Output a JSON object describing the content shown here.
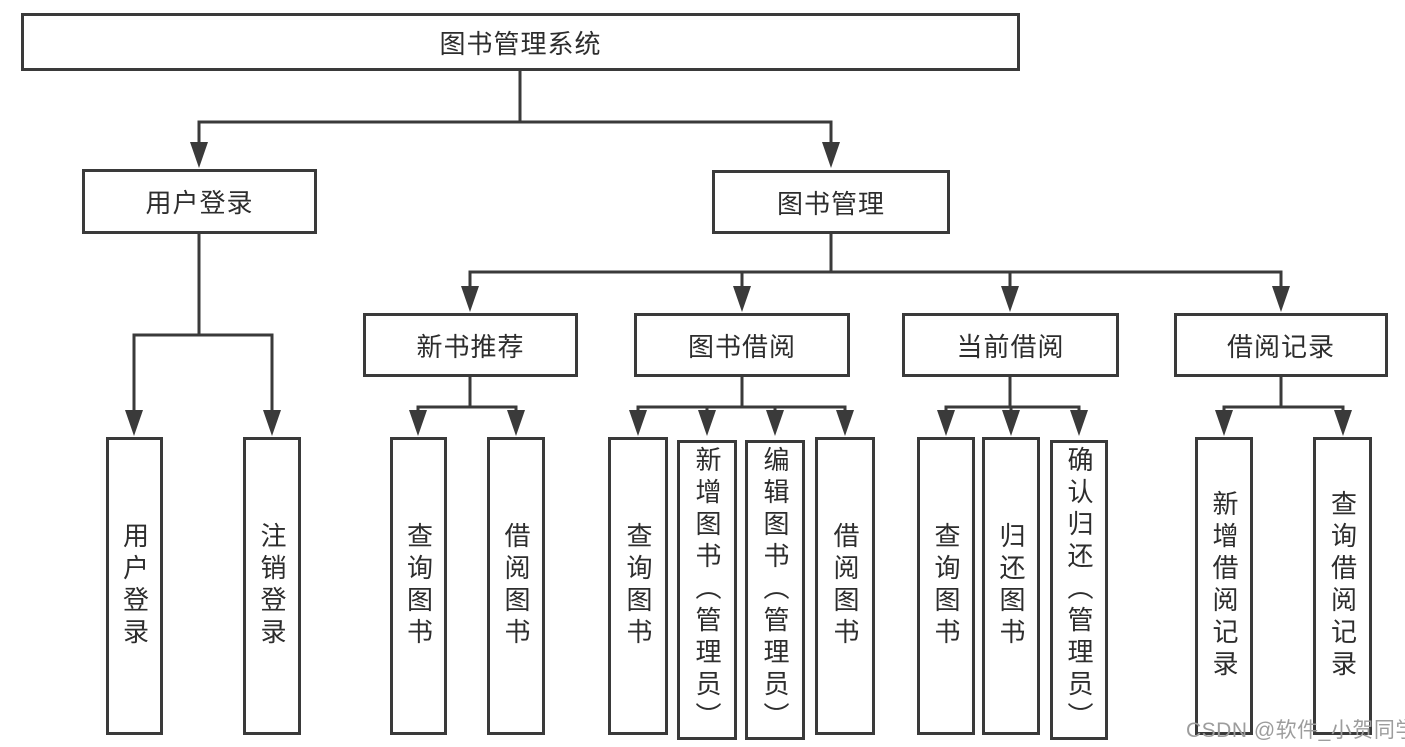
{
  "diagram": {
    "root": {
      "label": "图书管理系统"
    },
    "branches": [
      {
        "label": "用户登录",
        "children": [
          {
            "label": "用户登录"
          },
          {
            "label": "注销登录"
          }
        ]
      },
      {
        "label": "图书管理",
        "children": [
          {
            "label": "新书推荐",
            "children": [
              {
                "label": "查询图书"
              },
              {
                "label": "借阅图书"
              }
            ]
          },
          {
            "label": "图书借阅",
            "children": [
              {
                "label": "查询图书"
              },
              {
                "label": "新增图书（管理员）"
              },
              {
                "label": "编辑图书（管理员）"
              },
              {
                "label": "借阅图书"
              }
            ]
          },
          {
            "label": "当前借阅",
            "children": [
              {
                "label": "查询图书"
              },
              {
                "label": "归还图书"
              },
              {
                "label": "确认归还（管理员）"
              }
            ]
          },
          {
            "label": "借阅记录",
            "children": [
              {
                "label": "新增借阅记录"
              },
              {
                "label": "查询借阅记录"
              }
            ]
          }
        ]
      }
    ]
  },
  "watermark": {
    "text": "CSDN @软件_小贺同学"
  },
  "colors": {
    "line": "#3a3a3a",
    "text": "#2d2d2d",
    "watermark": "#9d9d9d",
    "background": "#ffffff"
  }
}
